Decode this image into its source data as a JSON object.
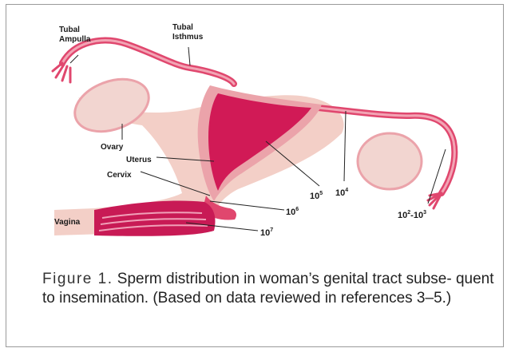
{
  "colors": {
    "tissue_light": "#f3cfc7",
    "tissue_mid": "#eba3aa",
    "uterus_dark": "#d11a56",
    "tube_red": "#e0476e",
    "vagina_red": "#c81a55",
    "leader_line": "#222222"
  },
  "labels": {
    "tubal_ampulla_line1": "Tubal",
    "tubal_ampulla_line2": "Ampulla",
    "tubal_isthmus_line1": "Tubal",
    "tubal_isthmus_line2": "Isthmus",
    "ovary": "Ovary",
    "uterus": "Uterus",
    "cervix": "Cervix",
    "vagina": "Vagina"
  },
  "counts": {
    "uterus": {
      "base": "10",
      "exp": "5"
    },
    "isthmus": {
      "base": "10",
      "exp": "4"
    },
    "cervix": {
      "base": "10",
      "exp": "6"
    },
    "vagina": {
      "base": "10",
      "exp": "7"
    },
    "ampulla_low": {
      "base": "10",
      "exp": "2"
    },
    "ampulla_sep": "-",
    "ampulla_high": {
      "base": "10",
      "exp": "3"
    }
  },
  "caption": {
    "figure_label": "Figure 1.",
    "text": "Sperm distribution in woman’s genital tract subse- quent to insemination. (Based on data reviewed in references 3–5.)"
  }
}
